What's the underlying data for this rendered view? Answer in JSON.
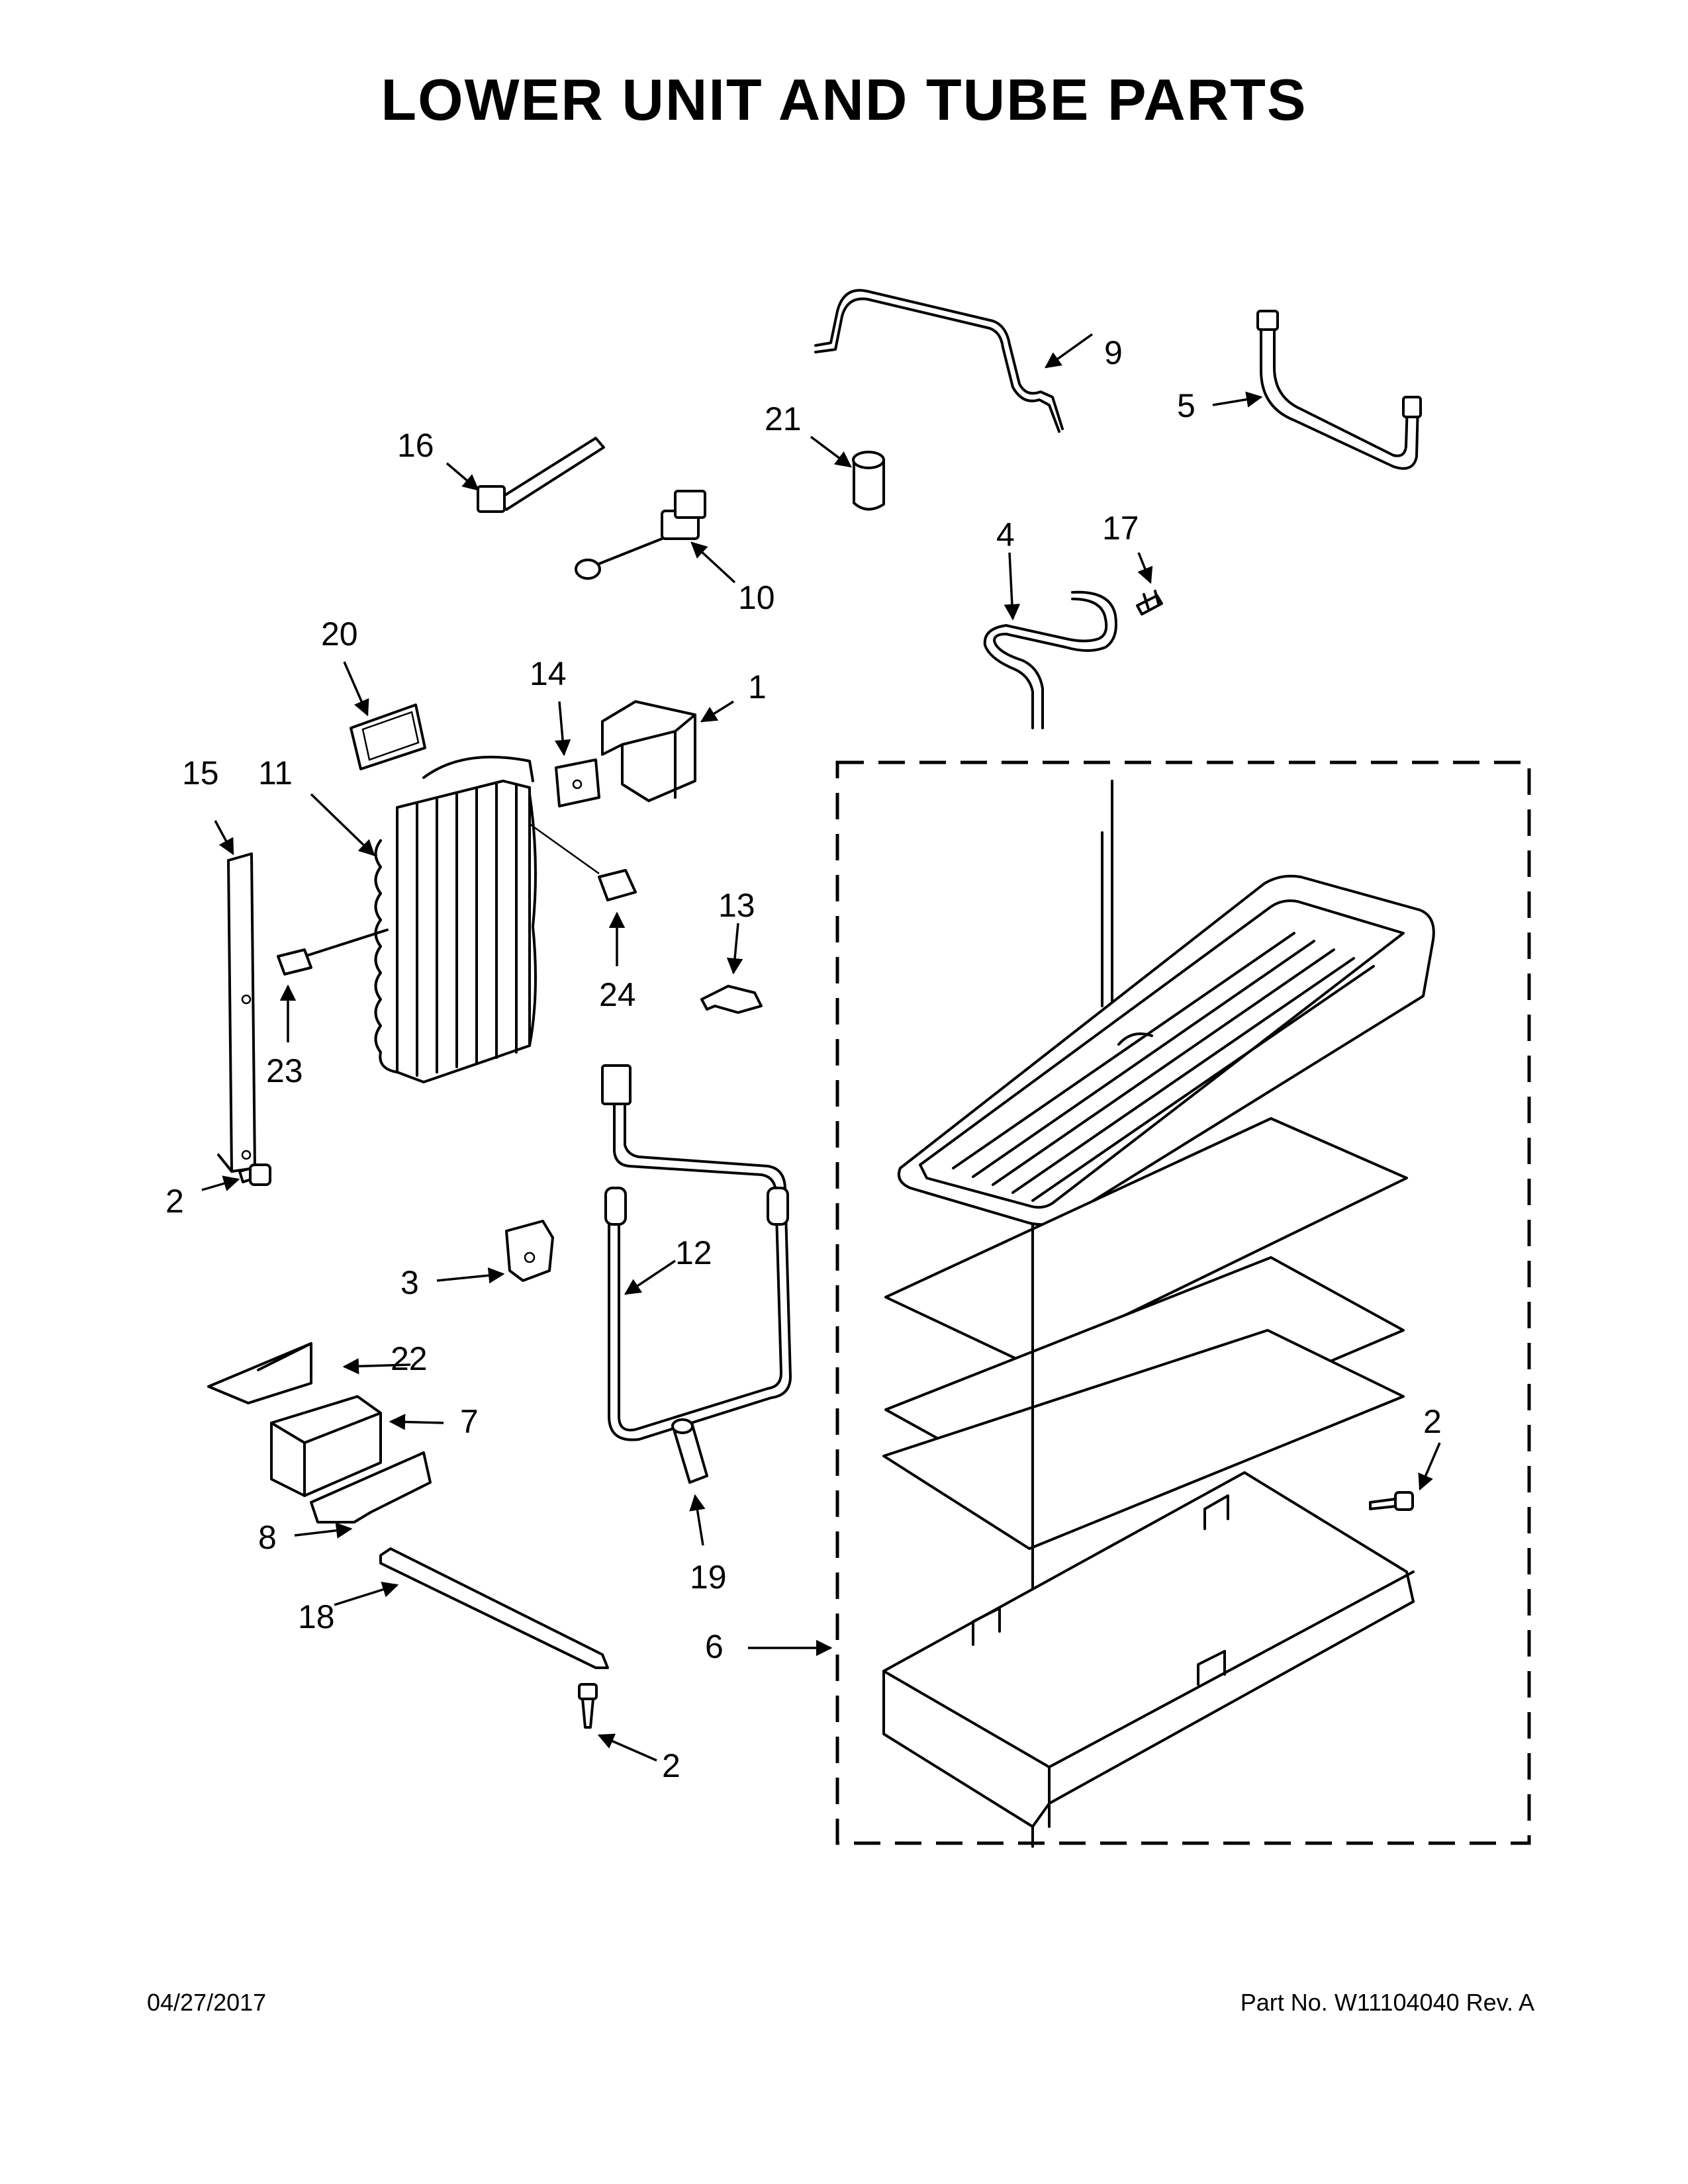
{
  "title": "LOWER UNIT AND TUBE PARTS",
  "footer": {
    "date": "04/27/2017",
    "part_number": "Part No.  W11104040  Rev.  A"
  },
  "callouts": [
    {
      "id": "c1",
      "label": "1"
    },
    {
      "id": "c2a",
      "label": "2"
    },
    {
      "id": "c2b",
      "label": "2"
    },
    {
      "id": "c2c",
      "label": "2"
    },
    {
      "id": "c3",
      "label": "3"
    },
    {
      "id": "c4",
      "label": "4"
    },
    {
      "id": "c5",
      "label": "5"
    },
    {
      "id": "c6",
      "label": "6"
    },
    {
      "id": "c7",
      "label": "7"
    },
    {
      "id": "c8",
      "label": "8"
    },
    {
      "id": "c9",
      "label": "9"
    },
    {
      "id": "c10",
      "label": "10"
    },
    {
      "id": "c11",
      "label": "11"
    },
    {
      "id": "c12",
      "label": "12"
    },
    {
      "id": "c13",
      "label": "13"
    },
    {
      "id": "c14",
      "label": "14"
    },
    {
      "id": "c15",
      "label": "15"
    },
    {
      "id": "c16",
      "label": "16"
    },
    {
      "id": "c17",
      "label": "17"
    },
    {
      "id": "c18",
      "label": "18"
    },
    {
      "id": "c19",
      "label": "19"
    },
    {
      "id": "c20",
      "label": "20"
    },
    {
      "id": "c21",
      "label": "21"
    },
    {
      "id": "c22",
      "label": "22"
    },
    {
      "id": "c23",
      "label": "23"
    },
    {
      "id": "c24",
      "label": "24"
    }
  ]
}
